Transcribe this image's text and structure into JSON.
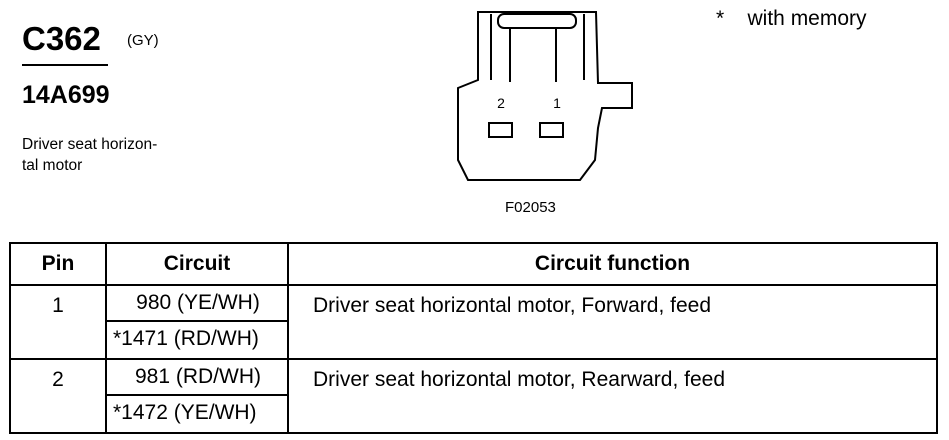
{
  "connector": {
    "id": "C362",
    "color": "(GY)",
    "part_number": "14A699",
    "description": "Driver seat horizon-\ntal motor"
  },
  "note": "*    with memory",
  "figure": {
    "id": "F02053",
    "pin_labels": [
      "2",
      "1"
    ]
  },
  "table": {
    "headers": [
      "Pin",
      "Circuit",
      "Circuit function"
    ],
    "rows": [
      {
        "pin": "1",
        "circuits": [
          "980 (YE/WH)",
          "*1471 (RD/WH)"
        ],
        "function": "Driver seat horizontal motor, Forward, feed"
      },
      {
        "pin": "2",
        "circuits": [
          "981 (RD/WH)",
          "*1472 (YE/WH)"
        ],
        "function": "Driver seat horizontal motor, Rearward, feed"
      }
    ]
  }
}
